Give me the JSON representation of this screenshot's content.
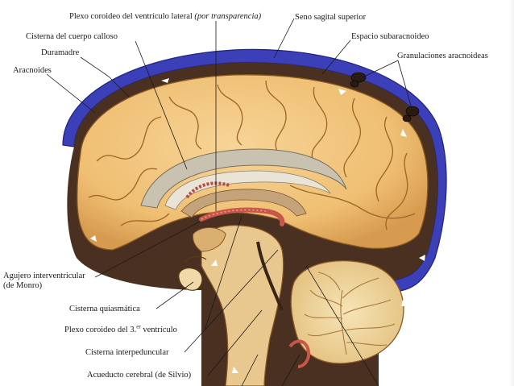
{
  "labels": {
    "plexo_lateral_a": "Plexo coroideo del ventrículo lateral ",
    "plexo_lateral_b": "(por transparencia)",
    "cisterna_calloso": "Cisterna del cuerpo calloso",
    "duramadre": "Duramadre",
    "aracnoides": "Aracnoides",
    "seno_sagital": "Seno sagital superior",
    "espacio_subaracnoideo": "Espacio subaracnoideo",
    "granulaciones": "Granulaciones aracnoideas",
    "agujero_a": "Agujero interventricular",
    "agujero_b": "(de Monro)",
    "cisterna_quiasmatica": "Cisterna quiasmática",
    "plexo_3_a": "Plexo coroideo del 3.",
    "plexo_3_sup": "er",
    "plexo_3_b": " ventrículo",
    "cisterna_interpeduncular": "Cisterna interpeduncular",
    "acueducto": "Acueducto cerebral (de Silvio)"
  },
  "colors": {
    "dura_blue": "#3b3fb8",
    "brain": "#f0c27a",
    "brain_shadow": "#c98f45",
    "csf_dark": "#4a3020",
    "plexus": "#c8564a",
    "leader": "#1a1a1a"
  }
}
